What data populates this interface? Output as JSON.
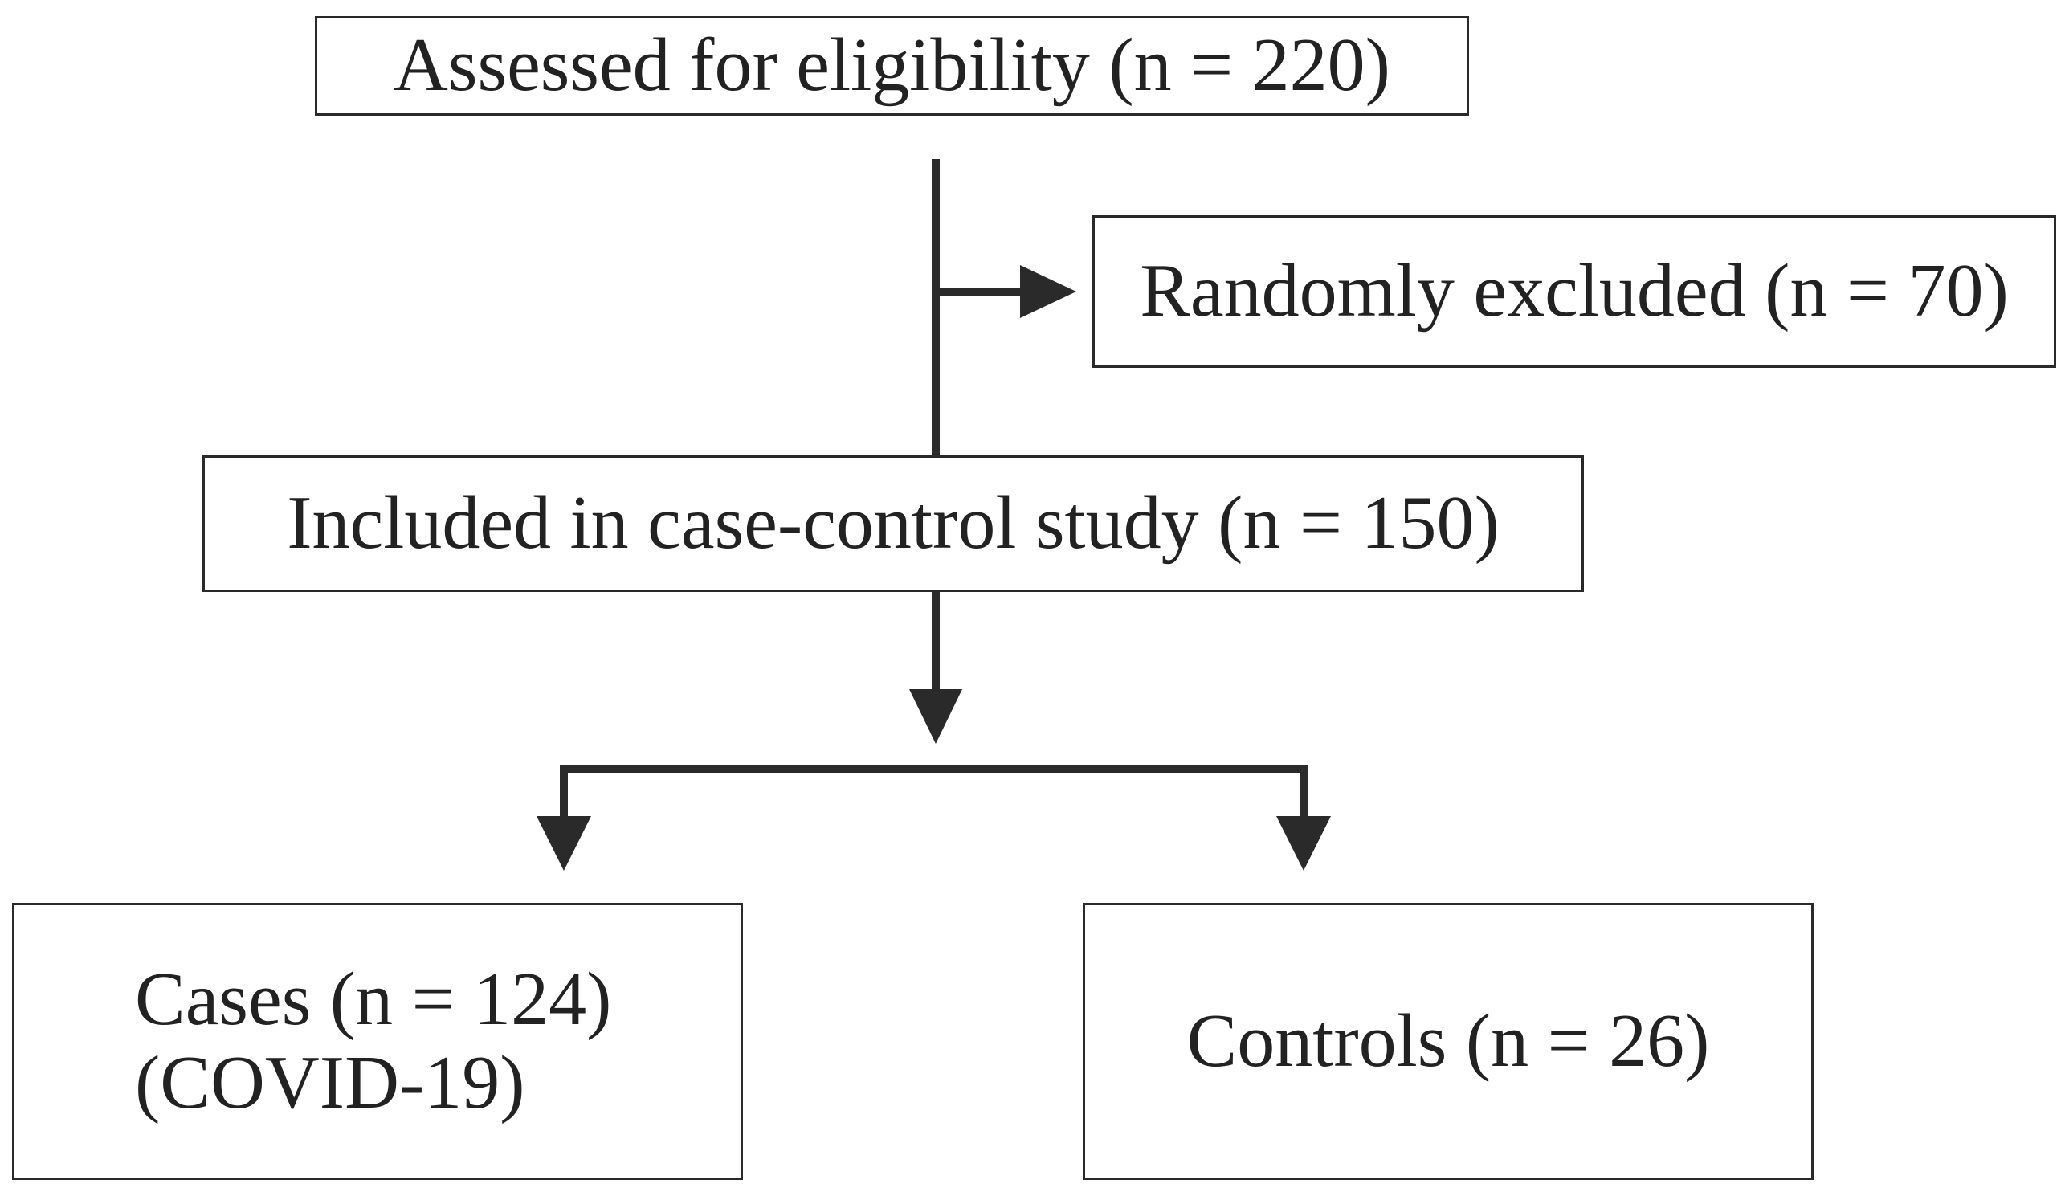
{
  "flowchart": {
    "assessed": "Assessed for eligibility (n = 220)",
    "excluded": "Randomly excluded (n = 70)",
    "included": "Included in case-control study (n = 150)",
    "cases": {
      "line1": "Cases (n = 124)",
      "line2": "(COVID-19)"
    },
    "controls": "Controls (n = 26)"
  },
  "colors": {
    "stroke": "#2a2a2a",
    "text": "#222222",
    "background": "#ffffff"
  }
}
